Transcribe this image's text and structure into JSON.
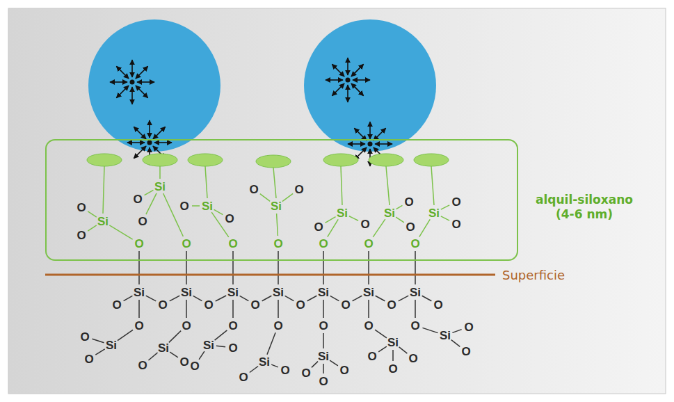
{
  "diagram": {
    "nodes": [
      {
        "text": [
          "alquil-siloxano (4-6 nm)"
        ]
      }
    ],
    "labels": [
      "Si",
      "Si",
      "Si",
      "Si",
      "Si",
      "Si",
      "Si",
      "O",
      "O",
      "O",
      "O",
      "O",
      "O",
      "O",
      "O",
      "O",
      "O",
      "O",
      "O",
      "O",
      "O",
      "O",
      "O",
      "O",
      "O",
      "O",
      "O",
      "O",
      "Si",
      "Si",
      "Si",
      "Si",
      "Si",
      "Si",
      "Si",
      "O",
      "O",
      "O",
      "O",
      "O",
      "O",
      "O",
      "O",
      "O",
      "O",
      "O",
      "O",
      "O",
      "O",
      "O",
      "Si",
      "Si",
      "Si",
      "Si",
      "Si",
      "Si",
      "Si",
      "O",
      "O",
      "O",
      "O",
      "O",
      "O",
      "O",
      "O",
      "O",
      "O",
      "O",
      "O",
      "O",
      "O",
      "O",
      "O",
      "Superficie"
    ]
  }
}
